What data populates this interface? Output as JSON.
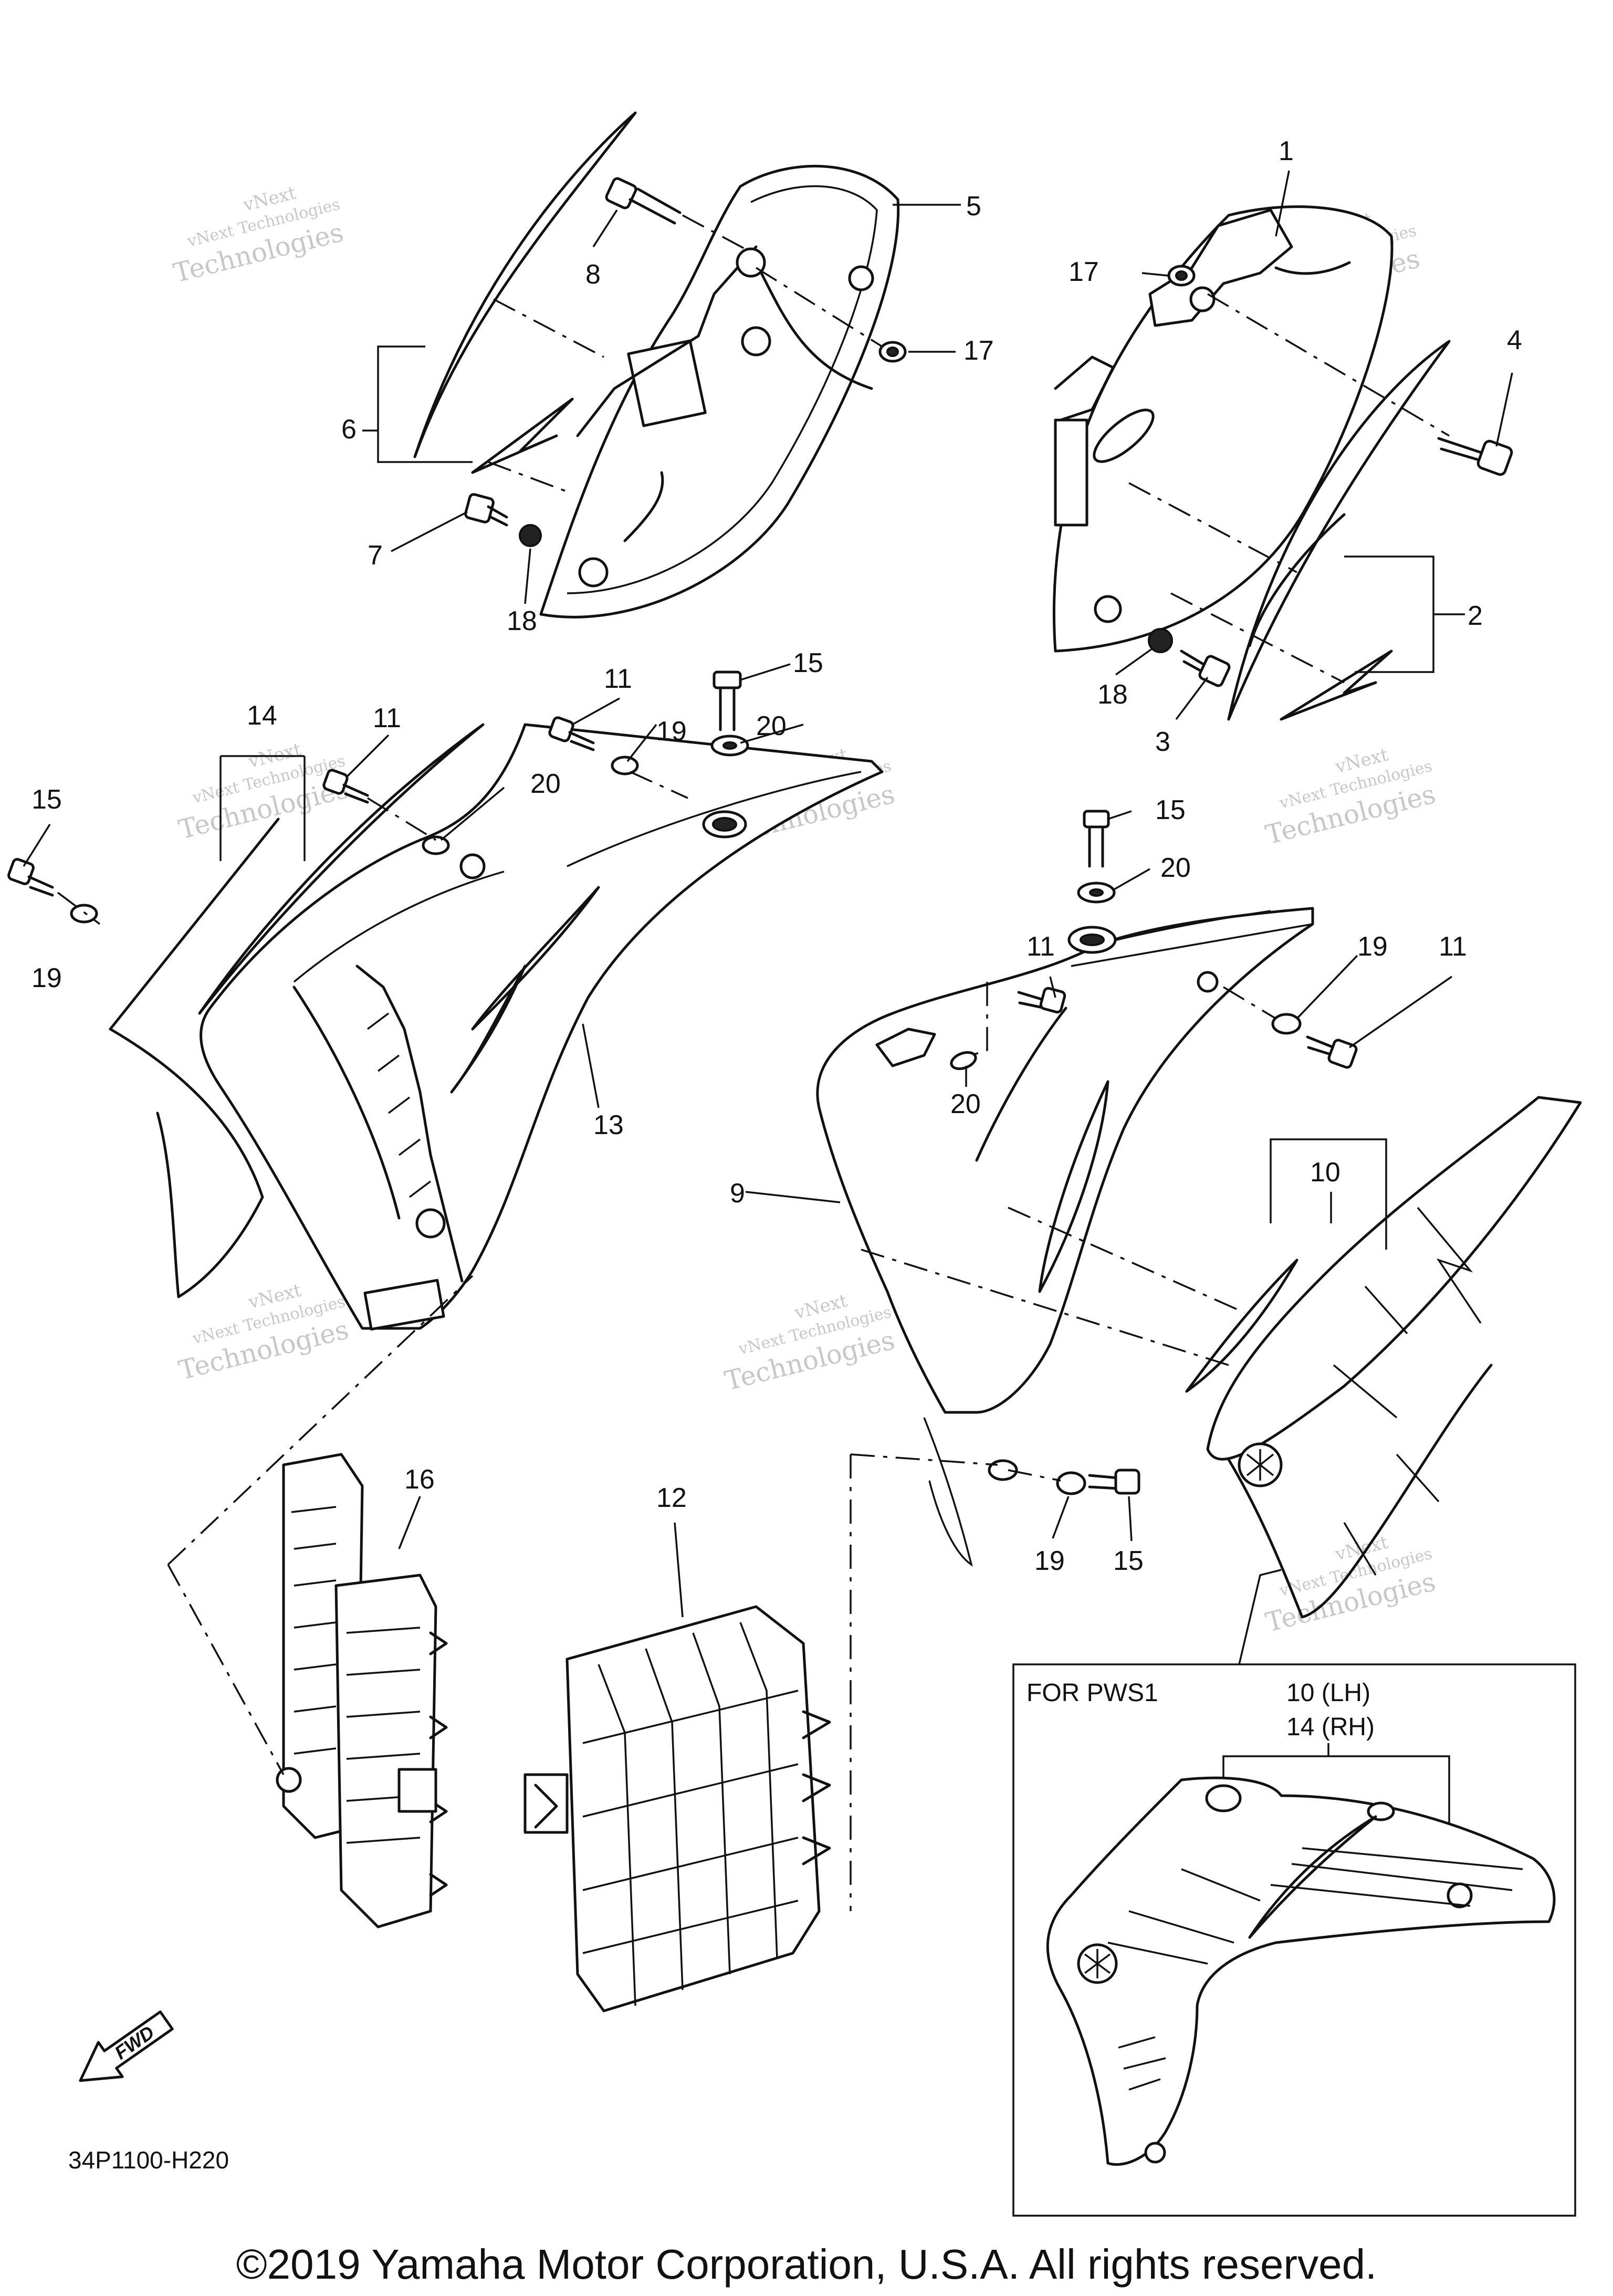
{
  "callouts": [
    {
      "id": "c1",
      "label": "1"
    },
    {
      "id": "c2",
      "label": "2"
    },
    {
      "id": "c3",
      "label": "3"
    },
    {
      "id": "c4",
      "label": "4"
    },
    {
      "id": "c5",
      "label": "5"
    },
    {
      "id": "c6",
      "label": "6"
    },
    {
      "id": "c7",
      "label": "7"
    },
    {
      "id": "c8",
      "label": "8"
    },
    {
      "id": "c9",
      "label": "9"
    },
    {
      "id": "c10",
      "label": "10"
    },
    {
      "id": "c11a",
      "label": "11"
    },
    {
      "id": "c11b",
      "label": "11"
    },
    {
      "id": "c11c",
      "label": "11"
    },
    {
      "id": "c11d",
      "label": "11"
    },
    {
      "id": "c12",
      "label": "12"
    },
    {
      "id": "c13",
      "label": "13"
    },
    {
      "id": "c14",
      "label": "14"
    },
    {
      "id": "c15a",
      "label": "15"
    },
    {
      "id": "c15b",
      "label": "15"
    },
    {
      "id": "c15c",
      "label": "15"
    },
    {
      "id": "c15d",
      "label": "15"
    },
    {
      "id": "c16",
      "label": "16"
    },
    {
      "id": "c17a",
      "label": "17"
    },
    {
      "id": "c17b",
      "label": "17"
    },
    {
      "id": "c18a",
      "label": "18"
    },
    {
      "id": "c18b",
      "label": "18"
    },
    {
      "id": "c19a",
      "label": "19"
    },
    {
      "id": "c19b",
      "label": "19"
    },
    {
      "id": "c19c",
      "label": "19"
    },
    {
      "id": "c19d",
      "label": "19"
    },
    {
      "id": "c20a",
      "label": "20"
    },
    {
      "id": "c20b",
      "label": "20"
    },
    {
      "id": "c20c",
      "label": "20"
    },
    {
      "id": "c20d",
      "label": "20"
    }
  ],
  "inset": {
    "title": "FOR PWS1",
    "label_lh": "10 (LH)",
    "label_rh": "14 (RH)"
  },
  "fwd_label": "FWD",
  "diagram_code": "34P1100-H220",
  "copyright": "©2019 Yamaha Motor Corporation, U.S.A. All rights reserved.",
  "watermark": {
    "line1": "vNext Technologies",
    "line2": "Technologies",
    "line3": "vNext"
  },
  "colors": {
    "line": "#111111",
    "watermark": "#c7c7c7",
    "background": "#ffffff"
  }
}
